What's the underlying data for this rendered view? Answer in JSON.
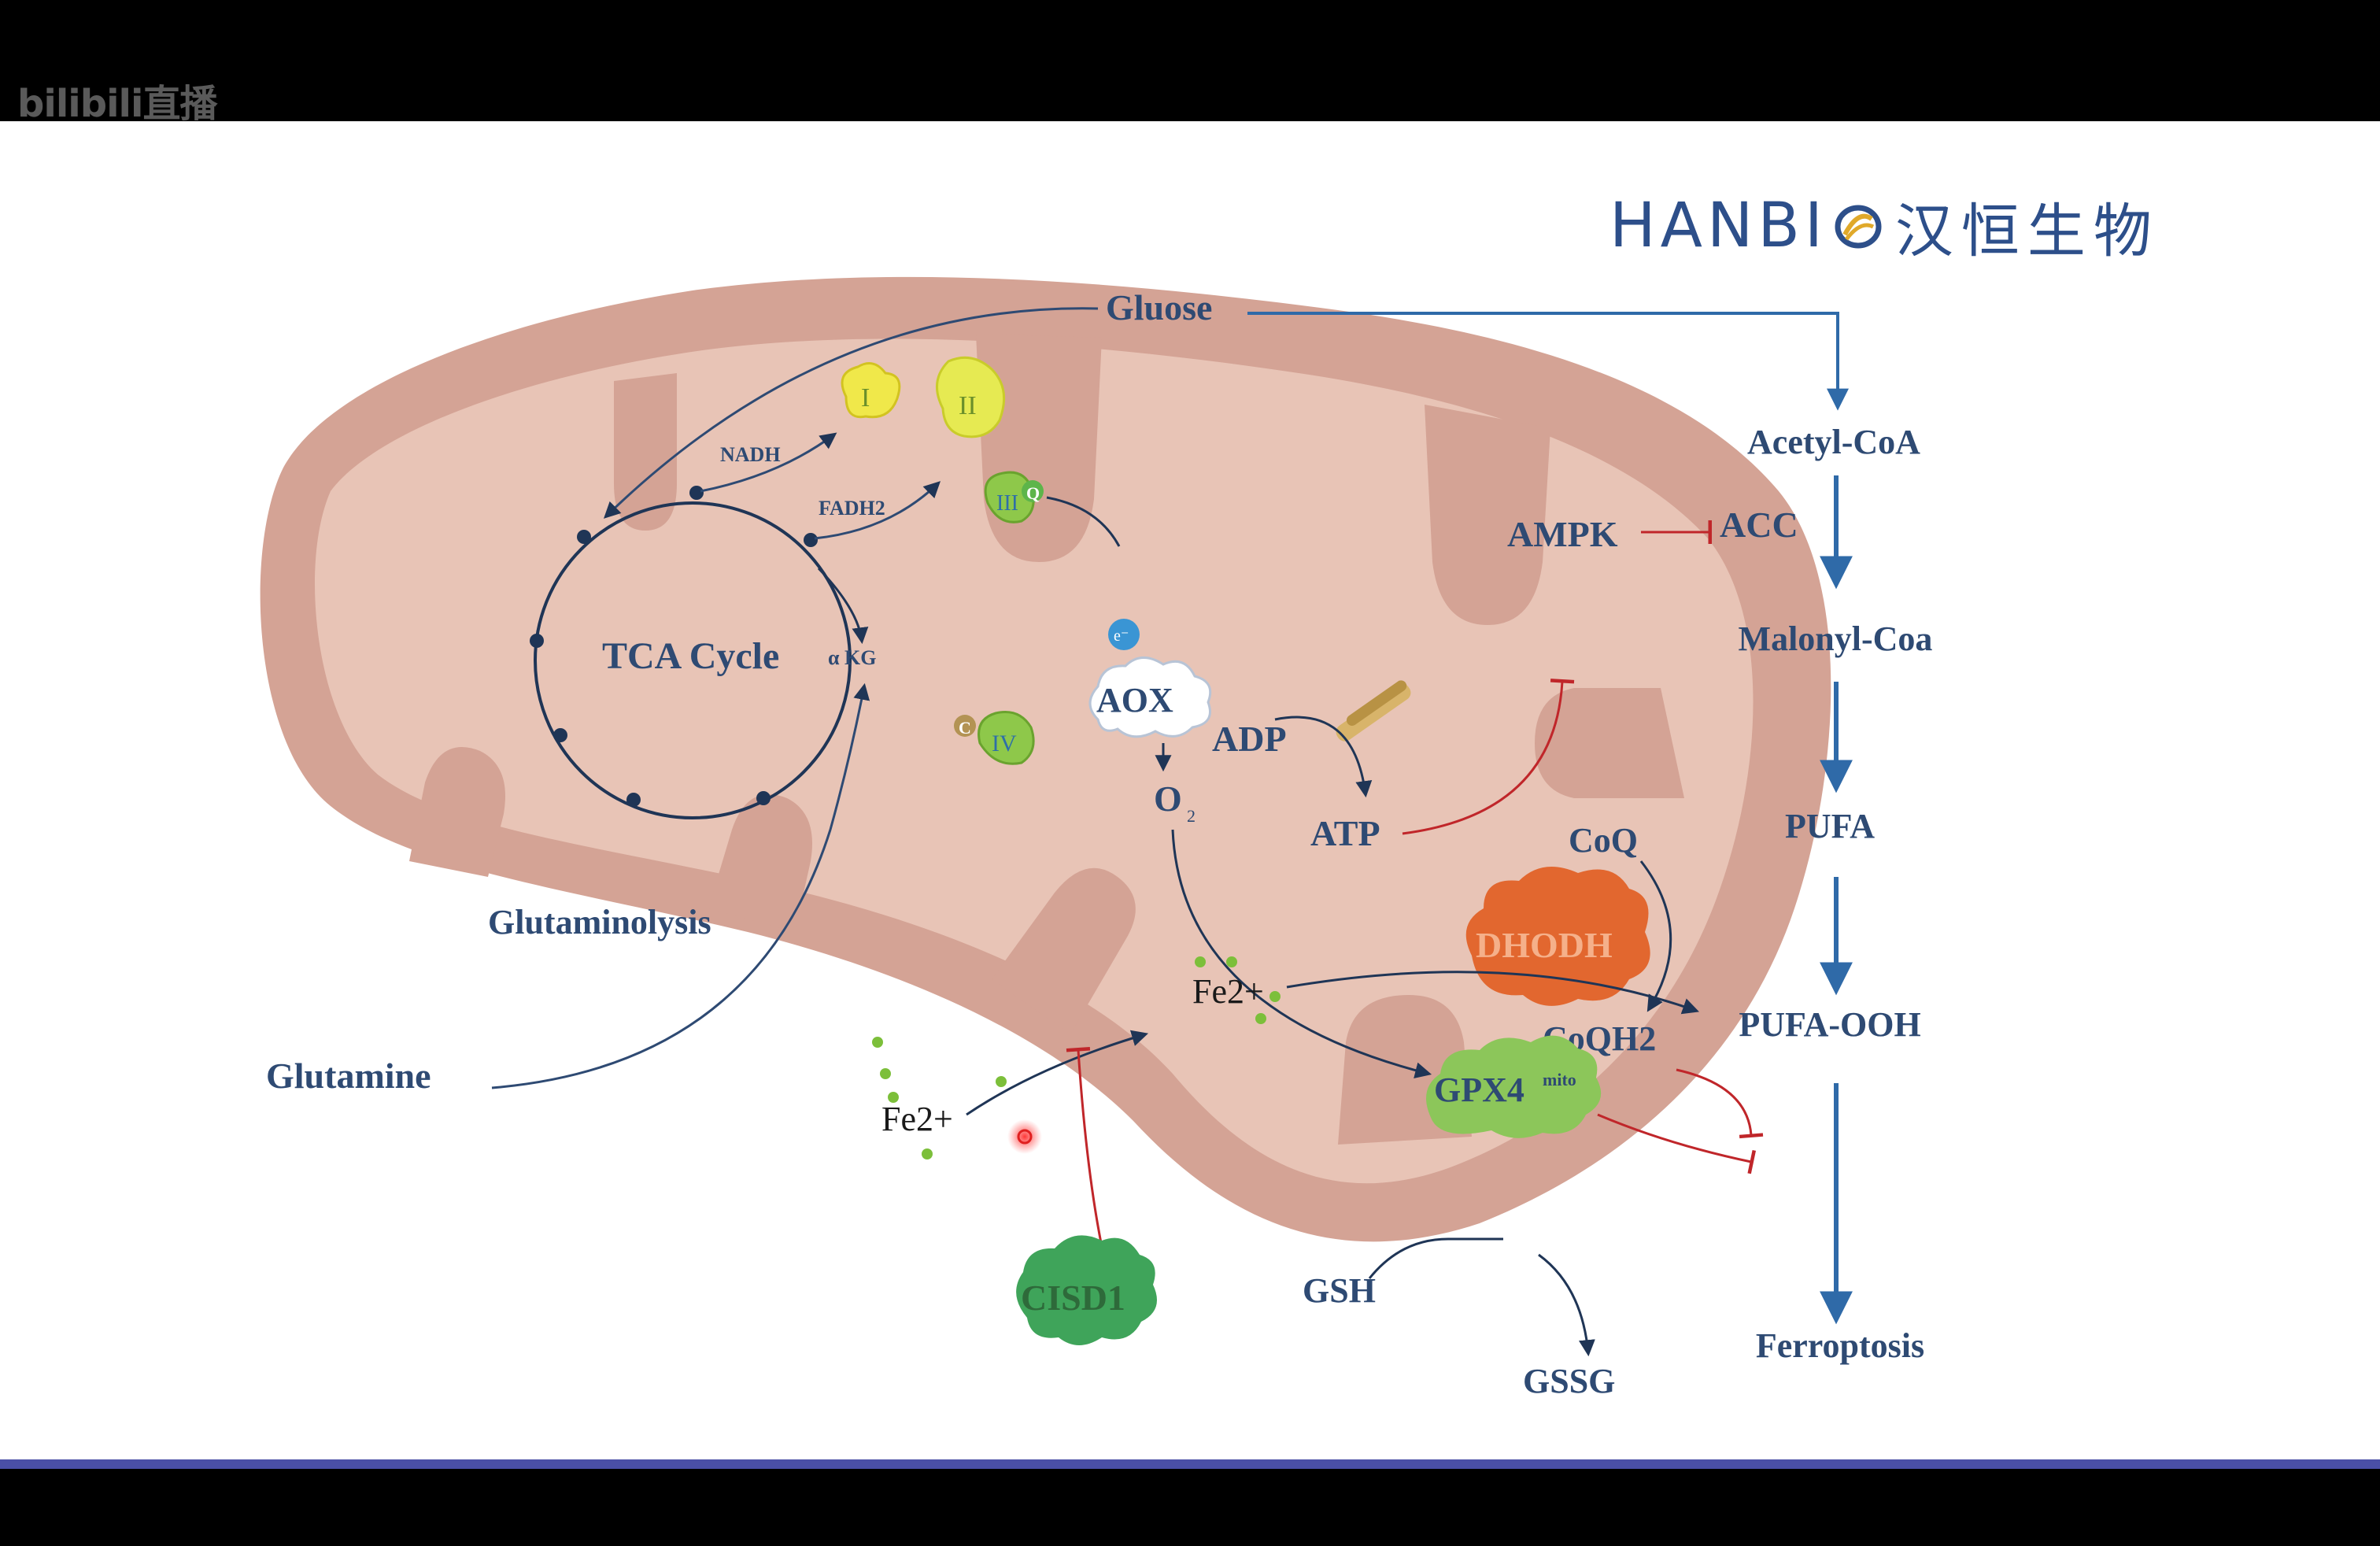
{
  "overlay": {
    "watermark": "bilibili直播"
  },
  "logo": {
    "text": "HANBI",
    "cn": "汉恒生物"
  },
  "labels": {
    "gluose": "Gluose",
    "acetyl_coa": "Acetyl-CoA",
    "acc": "ACC",
    "ampk": "AMPK",
    "malonyl_coa": "Malonyl-Coa",
    "pufa": "PUFA",
    "pufa_ooh": "PUFA-OOH",
    "ferroptosis": "Ferroptosis",
    "tca_cycle": "TCA Cycle",
    "akg": "α KG",
    "nadh": "NADH",
    "fadh2": "FADH2",
    "complex_1": "I",
    "complex_2": "II",
    "complex_3": "III",
    "complex_4": "IV",
    "q": "Q",
    "c": "C",
    "e": "e⁻",
    "aox": "AOX",
    "o2": "O",
    "o2_sub": "2",
    "adp": "ADP",
    "atp": "ATP",
    "coq": "CoQ",
    "coqh2": "CoQH2",
    "dhodh": "DHODH",
    "glutaminolysis": "Glutaminolysis",
    "glutamine": "Glutamine",
    "fe2_inside": "Fe2+",
    "fe2_outside": "Fe2+",
    "gpx4": "GPX4",
    "gpx4_sup": "mito",
    "gsh": "GSH",
    "gssg": "GSSG",
    "cisd1": "CISD1"
  },
  "colors": {
    "label_blue": "#2e4a73",
    "arrow_blue": "#2f6aa8",
    "mito_outer": "#d4a395",
    "mito_inner": "#e8c4b6",
    "inhibition_red": "#c0262a",
    "dhodh_orange": "#e2672f",
    "gpx4_green": "#8cc65a",
    "cisd1_green": "#3fa45a",
    "iron_dot_green": "#7cbf3a"
  },
  "icons": {
    "complex_1": "yellow-protein-icon",
    "complex_2": "yellow-protein-icon",
    "complex_3": "green-protein-icon",
    "complex_4": "green-protein-icon",
    "atp_synthase": "atp-synthase-icon",
    "electron": "electron-icon",
    "ros": "red-dot-icon"
  }
}
